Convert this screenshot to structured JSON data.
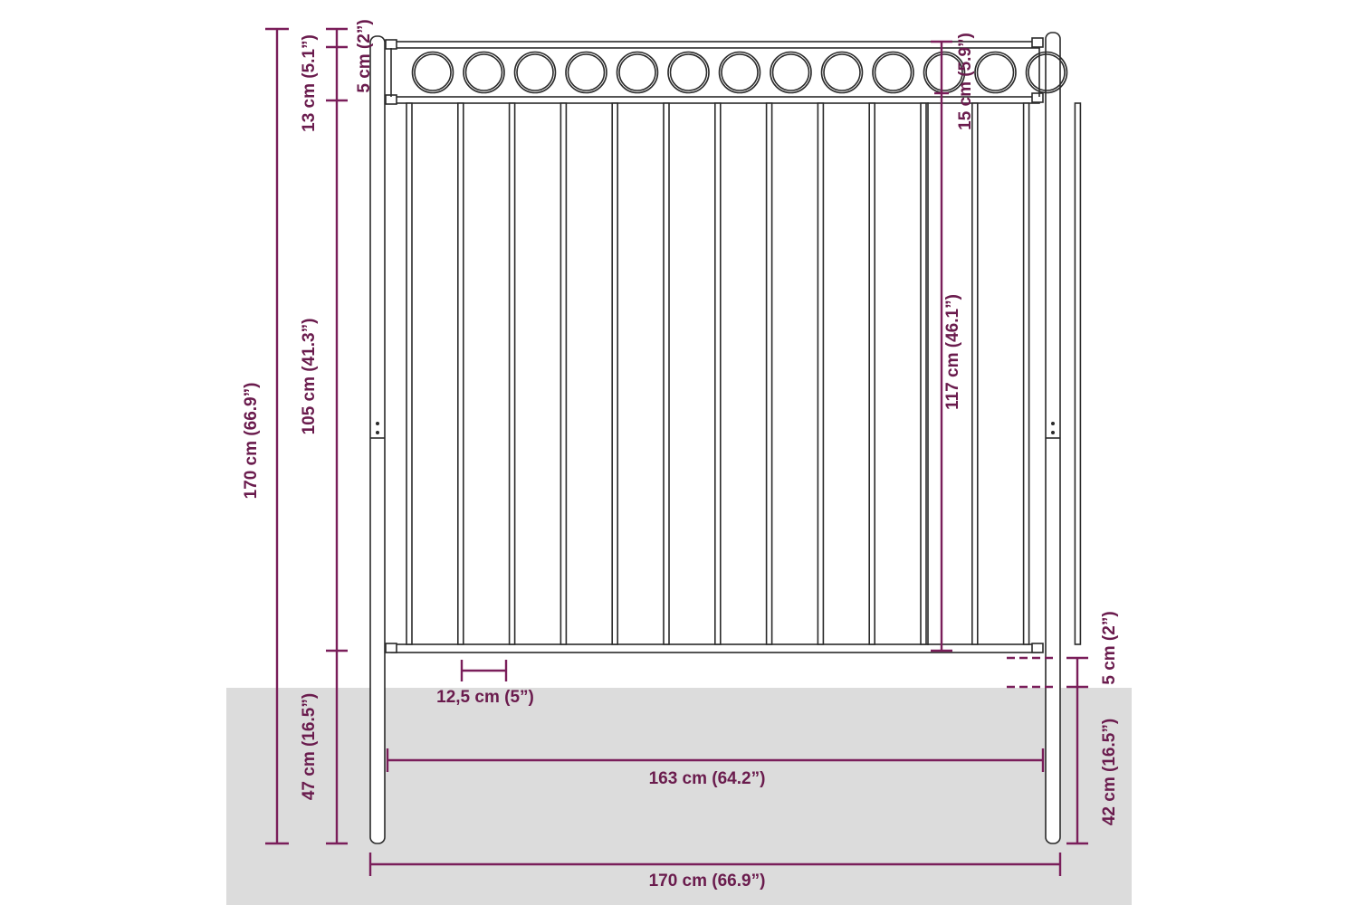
{
  "colors": {
    "dimension": "#7a1e5a",
    "ground": "#dcdcdc",
    "fence_stroke": "#2a2a2a",
    "background": "#ffffff"
  },
  "dimensions": {
    "total_height": "170 cm (66.9”)",
    "top_rail_offset": "5 cm (2”)",
    "ring_band_left": "13 cm (5.1”)",
    "panel_height_left": "105 cm (41.3”)",
    "ground_depth_left": "47 cm (16.5”)",
    "ring_band_right": "15 cm (5.9”)",
    "panel_height_right": "117 cm (46.1”)",
    "bottom_gap_right": "5 cm (2”)",
    "ground_depth_right": "42 cm (16.5”)",
    "bar_spacing": "12,5 cm (5”)",
    "inner_width": "163 cm (64.2”)",
    "total_width": "170 cm (66.9”)"
  }
}
